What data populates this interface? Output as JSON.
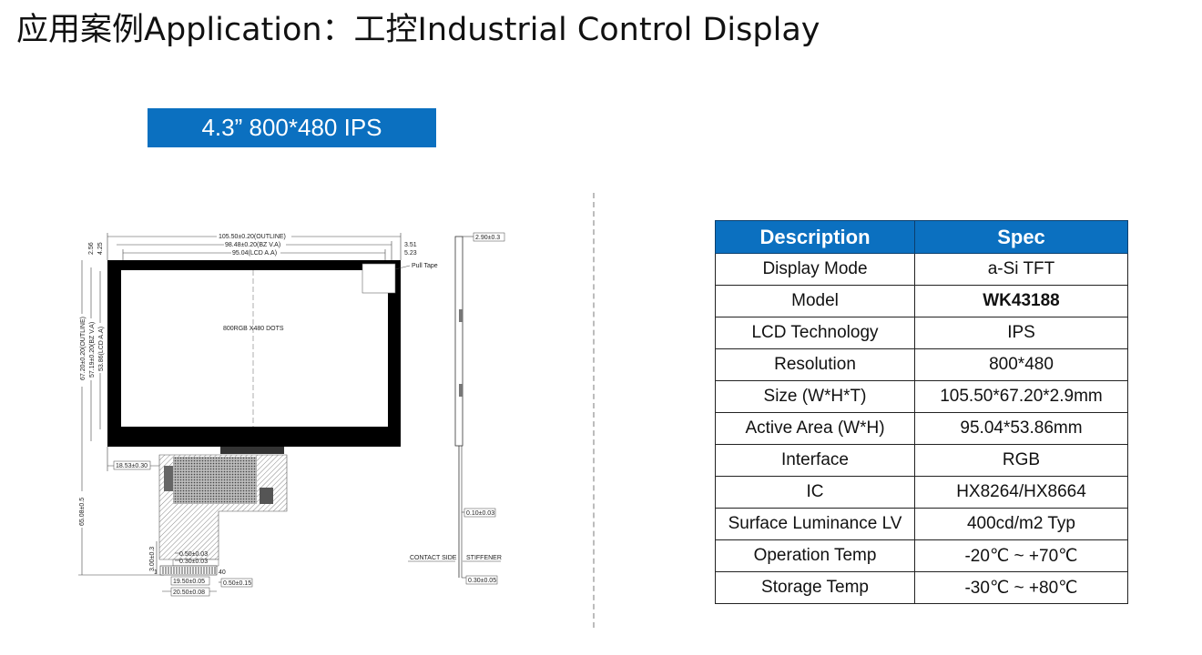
{
  "page": {
    "title": "应用案例Application：工控Industrial Control Display",
    "badge": "4.3”   800*480 IPS"
  },
  "drawing": {
    "center_label": "800RGB X480 DOTS",
    "dim_outline_w": "105.50±0.20(OUTLINE)",
    "dim_bz_w": "98.48±0.20(BZ V.A)",
    "dim_lcd_w": "95.04(LCD A.A)",
    "dim_outline_h": "67.20±0.20(OUTLINE)",
    "dim_bz_h": "57.19±0.20(BZ V.A)",
    "dim_lcd_h": "53.86(LCD A.A)",
    "dim_top_right_1": "3.51",
    "dim_top_right_2": "5.23",
    "dim_top_left_1": "2.56",
    "dim_top_left_2": "4.25",
    "pull_tape": "Pull Tape",
    "dim_thickness": "2.90±0.3",
    "dim_fpc_offset": "18.53±0.30",
    "dim_total_h": "65.08±0.5",
    "dim_pitch_1": "0.50±0.03",
    "dim_pitch_2": "0.30±0.03",
    "dim_tail_h": "3.00±0.3",
    "dim_pin_span": "19.50±0.05",
    "dim_tail_w": "20.50±0.08",
    "dim_tail_thk": "0.10±0.03",
    "dim_stiff": "0.30±0.05",
    "dim_side": "0.50±0.15",
    "contact_side": "CONTACT SIDE",
    "stiffener": "STIFFENER",
    "pin_1": "1",
    "pin_40": "40"
  },
  "table": {
    "headers": [
      "Description",
      "Spec"
    ],
    "rows": [
      {
        "desc": "Display Mode",
        "spec": "a-Si TFT"
      },
      {
        "desc": "Model",
        "spec": "WK43188"
      },
      {
        "desc": "LCD Technology",
        "spec": "IPS"
      },
      {
        "desc": "Resolution",
        "spec": "800*480"
      },
      {
        "desc": "Size (W*H*T)",
        "spec": "105.50*67.20*2.9mm"
      },
      {
        "desc": "Active Area (W*H)",
        "spec": "95.04*53.86mm"
      },
      {
        "desc": "Interface",
        "spec": "RGB"
      },
      {
        "desc": "IC",
        "spec": "HX8264/HX8664"
      },
      {
        "desc": "Surface Luminance LV",
        "spec": "400cd/m2 Typ"
      },
      {
        "desc": "Operation Temp",
        "spec": "-20℃ ~ +70℃"
      },
      {
        "desc": "Storage Temp",
        "spec": "-30℃ ~ +80℃"
      }
    ]
  },
  "colors": {
    "accent": "#0b70c0",
    "divider": "#bcbcbc"
  }
}
